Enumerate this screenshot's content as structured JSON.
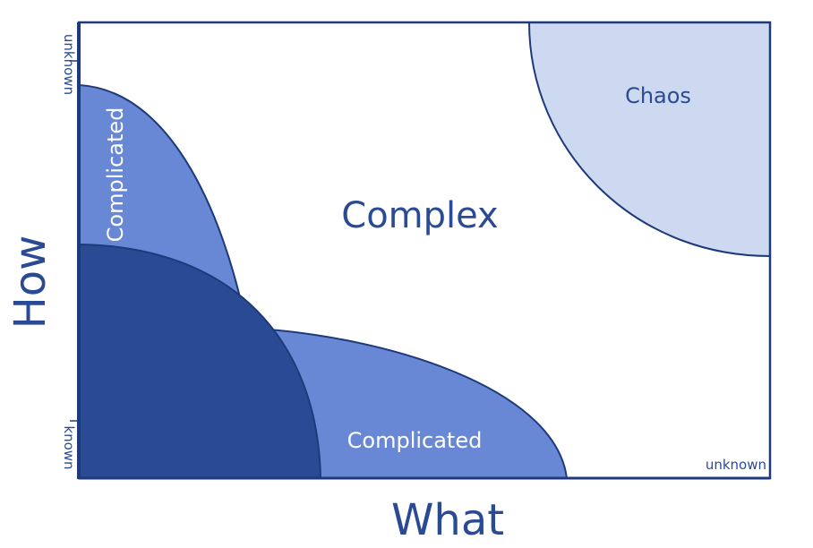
{
  "colors": {
    "outline": "#1f3a7a",
    "simple_fill": "#2a4b93",
    "complicated_fill": "#6888d6",
    "chaos_fill": "#cdd9f0",
    "background": "#ffffff",
    "text_dark": "#2a4b93",
    "text_light": "#ffffff"
  },
  "axes": {
    "x_label": "What",
    "y_label": "How",
    "x_end_label": "unknown",
    "y_top_label": "unknown",
    "y_bottom_label": "known"
  },
  "regions": [
    {
      "id": "simple",
      "label": ""
    },
    {
      "id": "complicated-how",
      "label": "Complicated"
    },
    {
      "id": "complicated-what",
      "label": "Complicated"
    },
    {
      "id": "complex",
      "label": "Complex"
    },
    {
      "id": "chaos",
      "label": "Chaos"
    }
  ]
}
